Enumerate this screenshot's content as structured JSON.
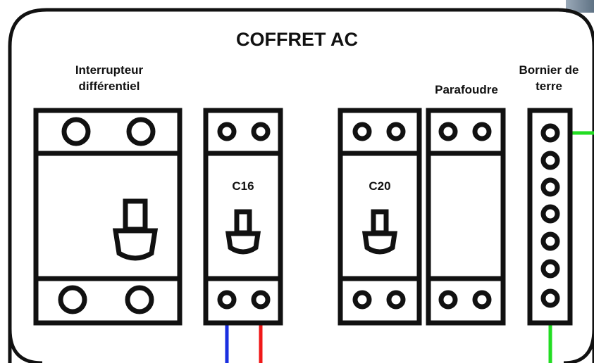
{
  "title": "COFFRET AC",
  "components": {
    "differential_switch": "Interrupteur\ndifférentiel",
    "breaker_c16": "C16",
    "breaker_c20": "C20",
    "surge_protector": "Parafoudre",
    "earth_terminal": "Bornier de\nterre"
  },
  "colors": {
    "outline": "#111111",
    "wire_neutral": "#1a2fe0",
    "wire_phase": "#f01818",
    "wire_earth": "#22dd22"
  }
}
